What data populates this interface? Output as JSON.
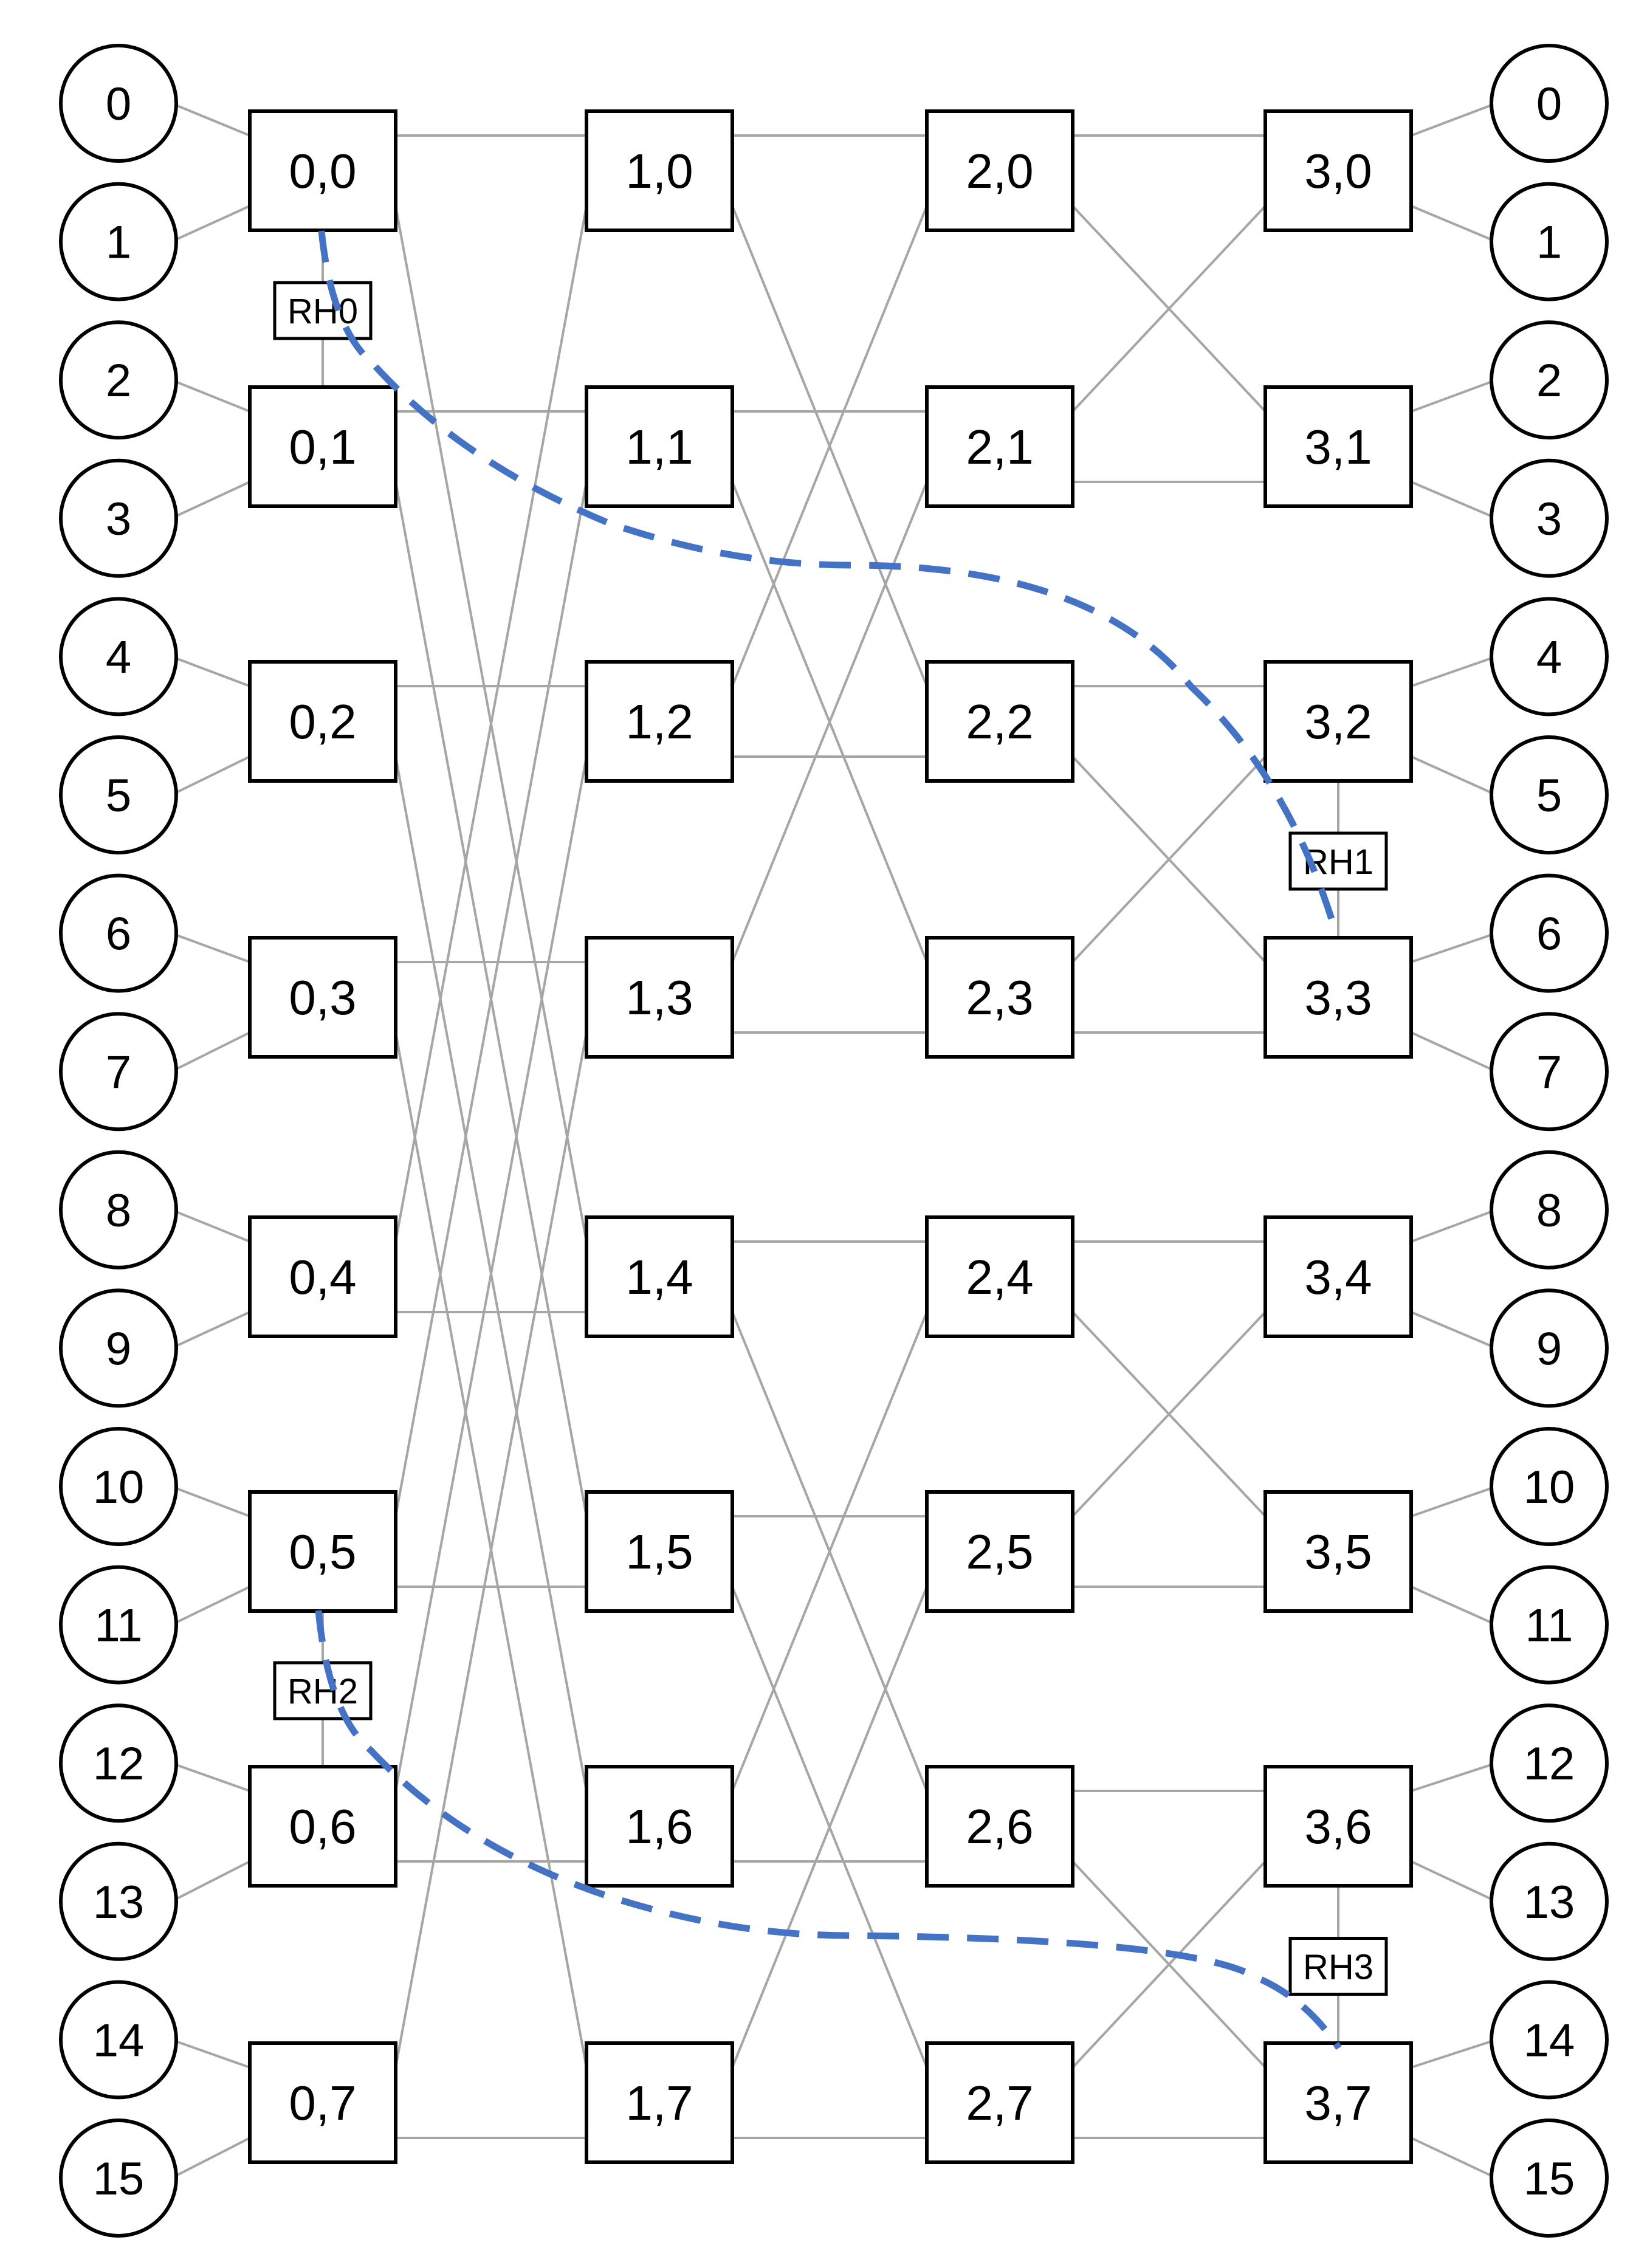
{
  "colors": {
    "wire": "#a6a6a6",
    "route": "#4472c4",
    "outline": "#000000",
    "background": "#ffffff"
  },
  "input_nodes": [
    "0",
    "1",
    "2",
    "3",
    "4",
    "5",
    "6",
    "7",
    "8",
    "9",
    "10",
    "11",
    "12",
    "13",
    "14",
    "15"
  ],
  "output_nodes": [
    "0",
    "1",
    "2",
    "3",
    "4",
    "5",
    "6",
    "7",
    "8",
    "9",
    "10",
    "11",
    "12",
    "13",
    "14",
    "15"
  ],
  "stages": [
    {
      "switches": [
        "0,0",
        "0,1",
        "0,2",
        "0,3",
        "0,4",
        "0,5",
        "0,6",
        "0,7"
      ]
    },
    {
      "switches": [
        "1,0",
        "1,1",
        "1,2",
        "1,3",
        "1,4",
        "1,5",
        "1,6",
        "1,7"
      ]
    },
    {
      "switches": [
        "2,0",
        "2,1",
        "2,2",
        "2,3",
        "2,4",
        "2,5",
        "2,6",
        "2,7"
      ]
    },
    {
      "switches": [
        "3,0",
        "3,1",
        "3,2",
        "3,3",
        "3,4",
        "3,5",
        "3,6",
        "3,7"
      ]
    }
  ],
  "stage_links": [
    [
      [
        0,
        0
      ],
      [
        0,
        4
      ],
      [
        1,
        1
      ],
      [
        1,
        5
      ],
      [
        2,
        2
      ],
      [
        2,
        6
      ],
      [
        3,
        3
      ],
      [
        3,
        7
      ],
      [
        4,
        0
      ],
      [
        4,
        4
      ],
      [
        5,
        1
      ],
      [
        5,
        5
      ],
      [
        6,
        2
      ],
      [
        6,
        6
      ],
      [
        7,
        3
      ],
      [
        7,
        7
      ]
    ],
    [
      [
        0,
        0
      ],
      [
        0,
        2
      ],
      [
        1,
        1
      ],
      [
        1,
        3
      ],
      [
        2,
        0
      ],
      [
        2,
        2
      ],
      [
        3,
        1
      ],
      [
        3,
        3
      ],
      [
        4,
        4
      ],
      [
        4,
        6
      ],
      [
        5,
        5
      ],
      [
        5,
        7
      ],
      [
        6,
        4
      ],
      [
        6,
        6
      ],
      [
        7,
        5
      ],
      [
        7,
        7
      ]
    ],
    [
      [
        0,
        0
      ],
      [
        0,
        1
      ],
      [
        1,
        0
      ],
      [
        1,
        1
      ],
      [
        2,
        2
      ],
      [
        2,
        3
      ],
      [
        3,
        2
      ],
      [
        3,
        3
      ],
      [
        4,
        4
      ],
      [
        4,
        5
      ],
      [
        5,
        4
      ],
      [
        5,
        5
      ],
      [
        6,
        6
      ],
      [
        6,
        7
      ],
      [
        7,
        6
      ],
      [
        7,
        7
      ]
    ]
  ],
  "relay_hops": [
    {
      "label": "RH0",
      "stage": 0,
      "between": [
        0,
        1
      ]
    },
    {
      "label": "RH1",
      "stage": 3,
      "between": [
        2,
        3
      ]
    },
    {
      "label": "RH2",
      "stage": 0,
      "between": [
        5,
        6
      ]
    },
    {
      "label": "RH3",
      "stage": 3,
      "between": [
        6,
        7
      ]
    }
  ]
}
